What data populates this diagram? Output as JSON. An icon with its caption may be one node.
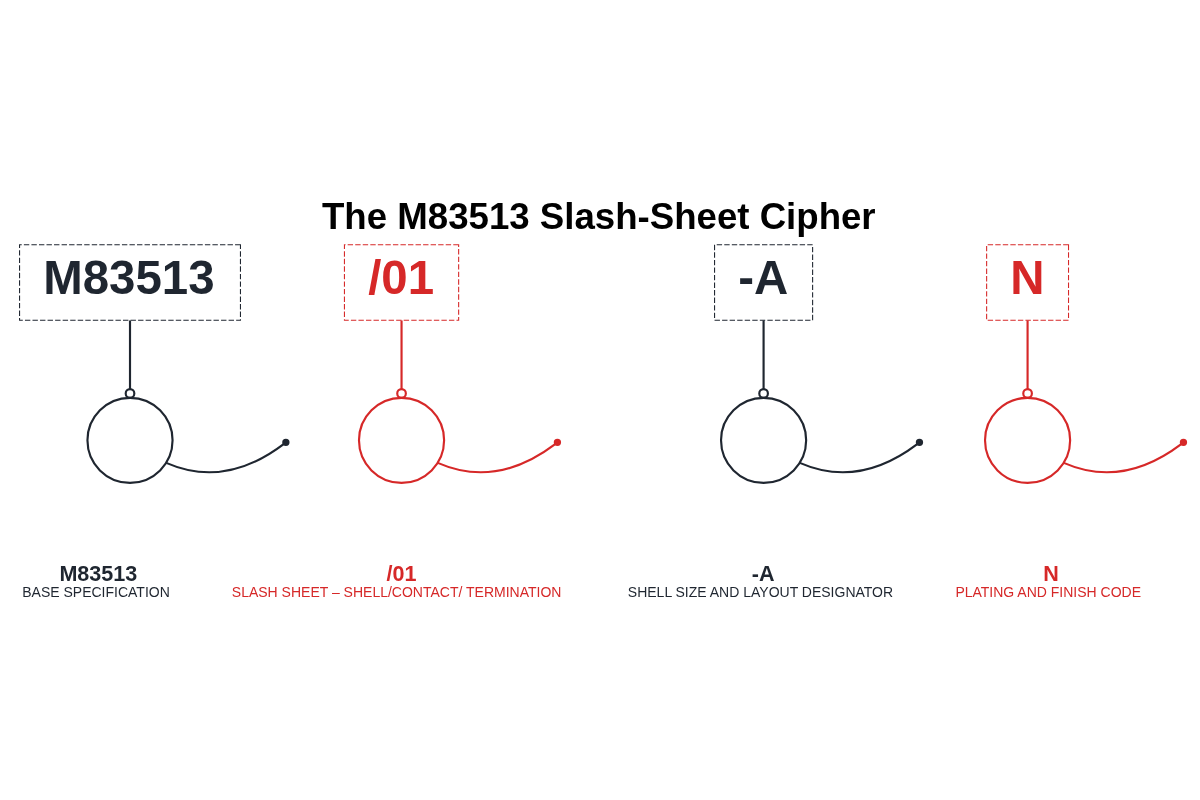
{
  "diagram": {
    "title": "The M83513 Slash-Sheet Cipher",
    "nodes": [
      {
        "text": [
          "M83513"
        ]
      },
      {
        "text": [
          "/01"
        ]
      },
      {
        "text": [
          "-A"
        ]
      },
      {
        "text": [
          "N"
        ]
      },
      {
        "text": [],
        "shape": "circle",
        "beside": [
          "M83513",
          "BASE SPECIFICATION"
        ]
      },
      {
        "text": [],
        "shape": "circle",
        "beside": [
          "/01",
          "SLASH SHEET – SHELL/CONTACT/ TERMINATION"
        ]
      },
      {
        "text": [],
        "shape": "circle",
        "beside": [
          "-A",
          "SHELL SIZE AND LAYOUT DESIGNATOR"
        ]
      },
      {
        "text": [],
        "shape": "circle",
        "beside": [
          "N",
          "PLATING AND FINISH CODE"
        ]
      }
    ],
    "edges": [
      {
        "from": 0,
        "to": 4,
        "arrow": "other",
        "color": "#1f2630"
      },
      {
        "from": 1,
        "to": 5,
        "arrow": "other",
        "color": "#d62828"
      },
      {
        "from": 2,
        "to": 6,
        "arrow": "other",
        "color": "#1f2630"
      },
      {
        "from": 3,
        "to": 7,
        "arrow": "other",
        "color": "#d62828"
      },
      {
        "from": 4,
        "to": null,
        "arrow": "other",
        "color": "#1f2630"
      },
      {
        "from": 5,
        "to": null,
        "arrow": "other",
        "color": "#d62828"
      },
      {
        "from": 6,
        "to": null,
        "arrow": "other",
        "color": "#1f2630"
      },
      {
        "from": 7,
        "to": null,
        "arrow": "other",
        "color": "#d62828"
      }
    ]
  }
}
